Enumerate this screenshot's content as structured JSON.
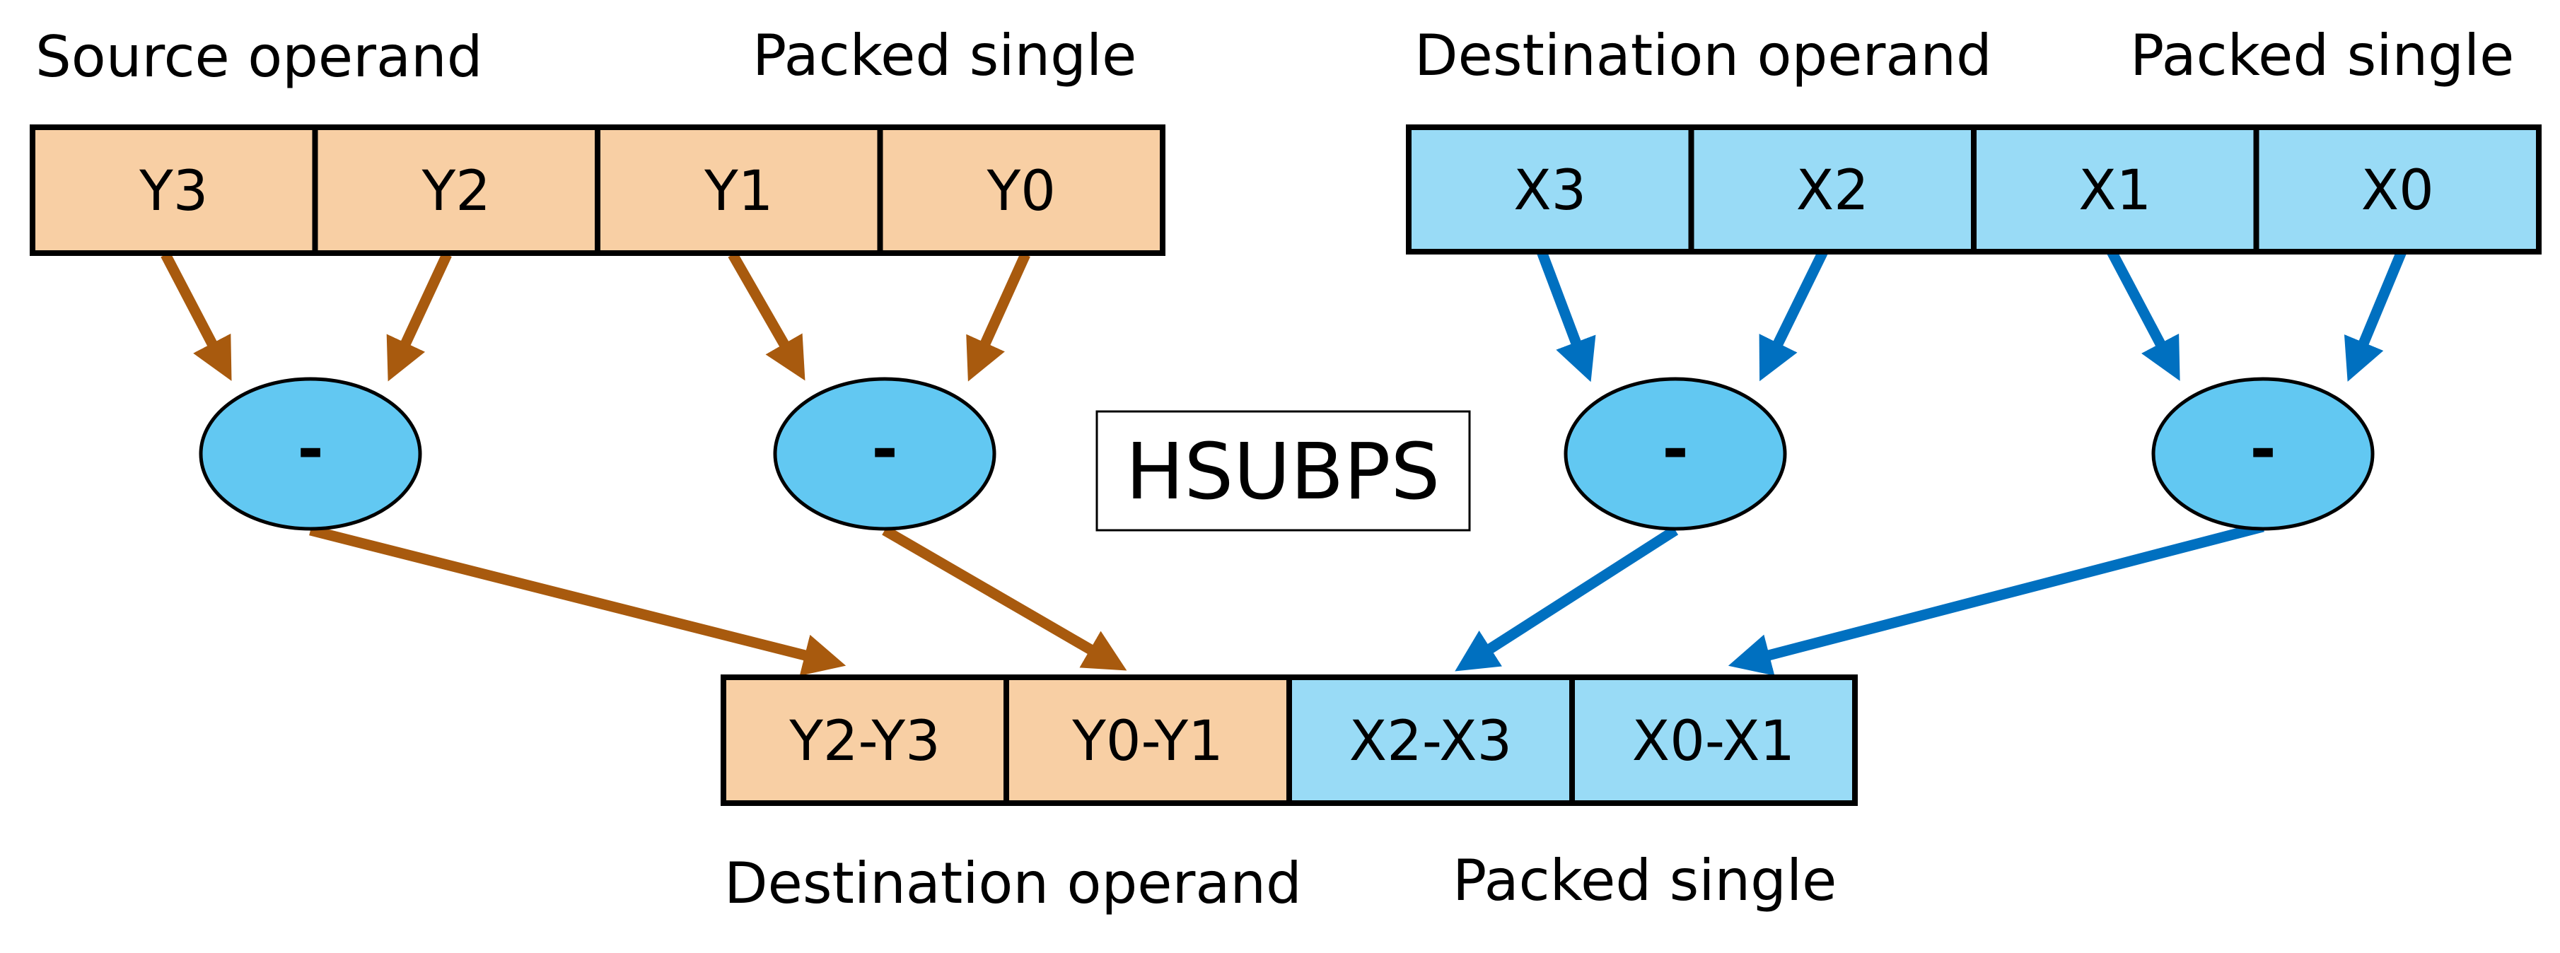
{
  "instruction": "HSUBPS",
  "colors": {
    "source_fill": "#f8cfa4",
    "dest_fill": "#99dbf6",
    "op_fill": "#62c8f2",
    "source_arrow": "#a85a0e",
    "dest_arrow": "#0070c0",
    "stroke": "#000000"
  },
  "labels": {
    "source_operand": "Source operand",
    "source_type": "Packed single",
    "dest_operand": "Destination operand",
    "dest_type": "Packed single",
    "result_operand": "Destination operand",
    "result_type": "Packed single"
  },
  "source_cells": [
    "Y3",
    "Y2",
    "Y1",
    "Y0"
  ],
  "dest_cells": [
    "X3",
    "X2",
    "X1",
    "X0"
  ],
  "operations": [
    "-",
    "-",
    "-",
    "-"
  ],
  "result_cells": [
    "Y2-Y3",
    "Y0-Y1",
    "X2-X3",
    "X0-X1"
  ]
}
